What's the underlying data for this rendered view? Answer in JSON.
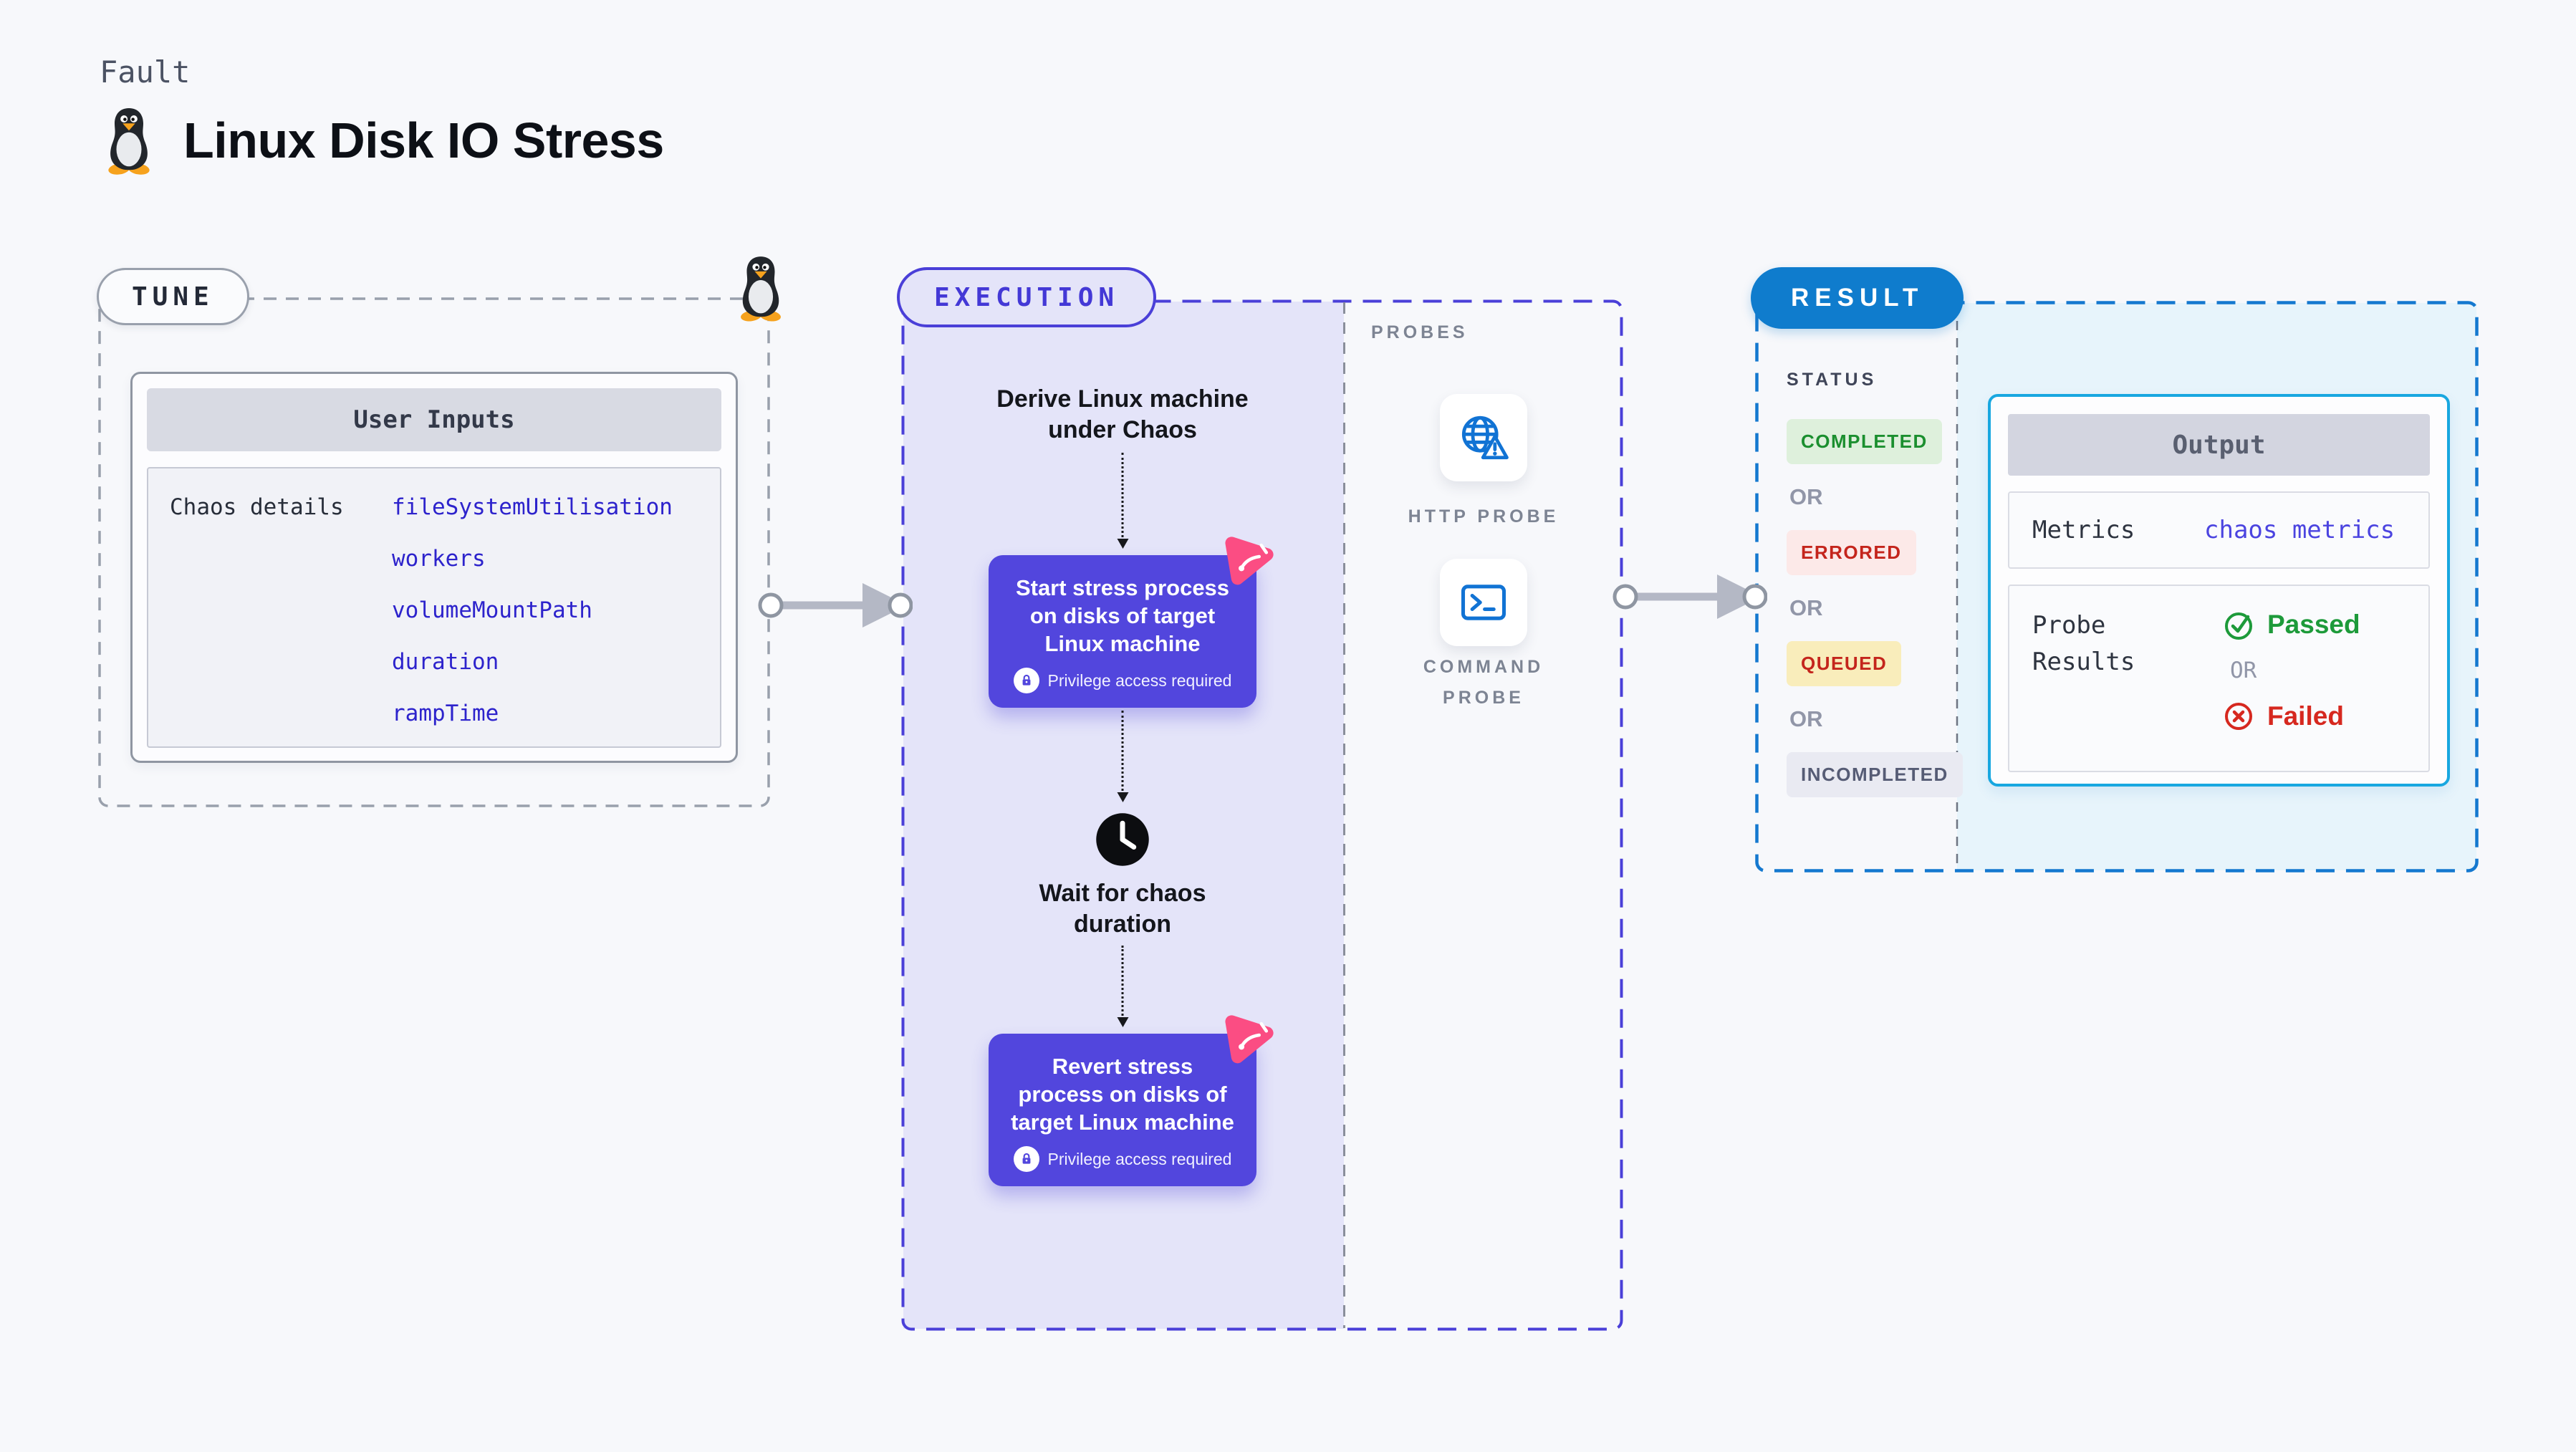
{
  "header": {
    "kicker": "Fault",
    "title": "Linux Disk IO Stress"
  },
  "tune": {
    "badge": "TUNE",
    "card_title": "User Inputs",
    "row_label": "Chaos details",
    "params": [
      "fileSystemUtilisation",
      "workers",
      "volumeMountPath",
      "duration",
      "rampTime"
    ]
  },
  "execution": {
    "badge": "EXECUTION",
    "derive_text": "Derive Linux machine under Chaos",
    "start_text": "Start stress process on disks of target Linux machine",
    "wait_text": "Wait for chaos duration",
    "revert_text": "Revert stress process on disks of target Linux machine",
    "privilege_note": "Privilege access required"
  },
  "probes": {
    "label": "PROBES",
    "http_label": "HTTP PROBE",
    "command_label": "COMMAND PROBE"
  },
  "result": {
    "badge": "RESULT",
    "status_title": "STATUS",
    "or": "OR",
    "statuses": [
      {
        "label": "COMPLETED",
        "fg": "#1b8f2f",
        "bg": "#def0dc"
      },
      {
        "label": "ERRORED",
        "fg": "#c4251c",
        "bg": "#fce9e8"
      },
      {
        "label": "QUEUED",
        "fg": "#c4251c",
        "bg": "#f9edbb"
      },
      {
        "label": "INCOMPLETED",
        "fg": "#565c75",
        "bg": "#e9eaf2"
      }
    ],
    "output": {
      "title": "Output",
      "metrics_label": "Metrics",
      "metrics_value": "chaos metrics",
      "probe_results_label": "Probe Results",
      "or": "OR",
      "passed": "Passed",
      "failed": "Failed"
    }
  },
  "icons": {
    "title_icon": "tux-penguin-icon",
    "tune_corner_icon": "tux-penguin-icon",
    "wait_icon": "clock-icon",
    "privilege_icon": "lock-icon",
    "node_corner_icon": "chaos-pin-icon",
    "http_probe_icon": "globe-alert-icon",
    "command_probe_icon": "terminal-icon",
    "passed_icon": "check-circle-icon",
    "failed_icon": "x-circle-icon"
  },
  "colors": {
    "page_bg": "#f7f8fb",
    "tune_border": "#99a0ac",
    "execution_accent": "#4a3fd8",
    "execution_fill": "#e4e4f9",
    "node_bg": "#5246dd",
    "chaos_pin": "#fb4d83",
    "probe_icon": "#1173d4",
    "result_accent": "#1478cf",
    "result_pill": "#0f7ccd",
    "result_fill": "#e7f4fb",
    "output_border": "#18a7e0",
    "param_text": "#2d23cc",
    "metrics_value_text": "#4b44e0",
    "passed": "#1d9a3a",
    "failed": "#d6281f",
    "arrow": "#b4b8c5"
  }
}
